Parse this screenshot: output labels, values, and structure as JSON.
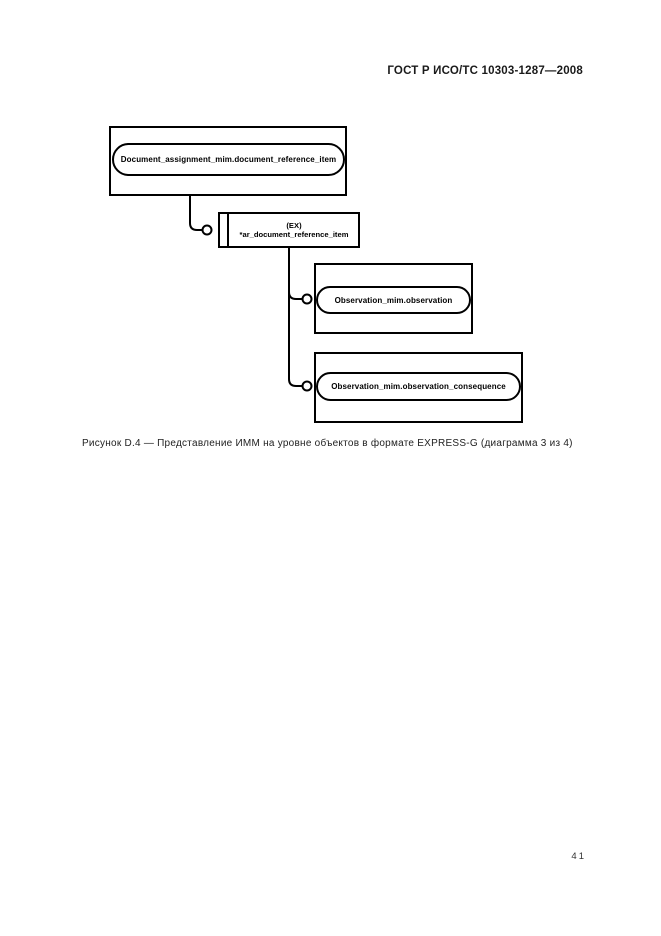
{
  "page": {
    "header": "ГОСТ Р ИСО/ТС 10303-1287—2008",
    "caption": "Рисунок D.4 — Представление ИММ на уровне объектов в формате EXPRESS-G (диаграмма 3 из 4)",
    "page_number": "41"
  },
  "diagram": {
    "type": "express-g-entity-level-diagram",
    "nodes": [
      {
        "id": "document_assignment_reference",
        "shape": "rounded-box-in-rect",
        "label": "Document_assignment_mim.document_reference_item"
      },
      {
        "id": "ar_document_reference_item",
        "shape": "select-type-box",
        "label_top": "(EX)",
        "label": "*ar_document_reference_item"
      },
      {
        "id": "observation",
        "shape": "rounded-box-in-rect",
        "label": "Observation_mim.observation"
      },
      {
        "id": "observation_consequence",
        "shape": "rounded-box-in-rect",
        "label": "Observation_mim.observation_consequence"
      }
    ],
    "edges": [
      {
        "from": "document_assignment_reference",
        "to": "ar_document_reference_item",
        "terminator": "circle"
      },
      {
        "from": "ar_document_reference_item",
        "to": "observation",
        "terminator": "circle"
      },
      {
        "from": "ar_document_reference_item",
        "to": "observation_consequence",
        "terminator": "circle"
      }
    ],
    "line_color": "#000000",
    "background_color": "#ffffff"
  }
}
